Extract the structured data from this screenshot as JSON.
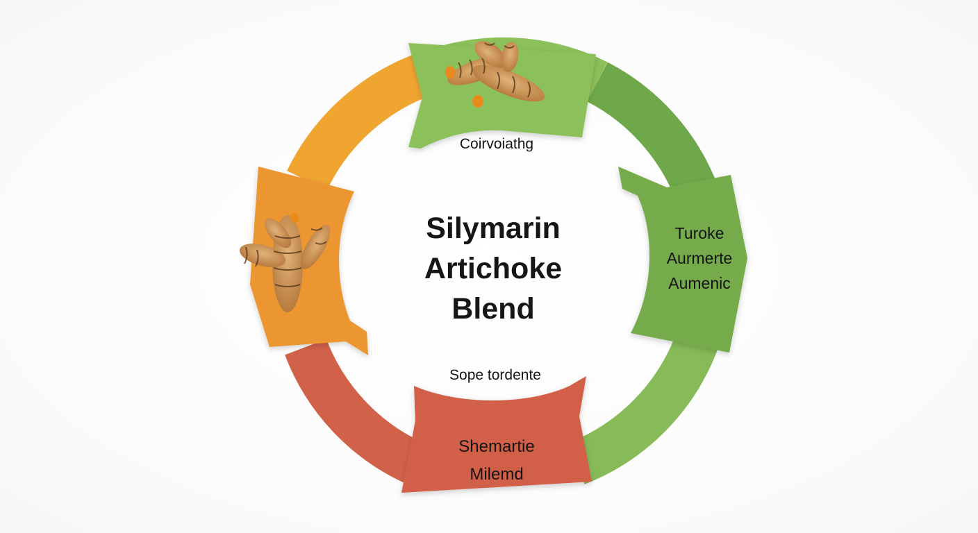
{
  "diagram": {
    "center_title": [
      "Silymarin",
      "Artichoke",
      "Blend"
    ],
    "top_caption": "Coirvoiathg",
    "bottom_caption": "Sope tordente",
    "right_label": [
      "Turoke",
      "Aurmerte",
      "Aumenic"
    ],
    "bottom_label": [
      "Shemartie",
      "Milemd"
    ]
  },
  "colors": {
    "orange": "#f0a530",
    "deep_orange": "#ec9630",
    "light_green": "#8cc05a",
    "green": "#6ea84a",
    "mid_green": "#79b04e",
    "red": "#d2614a",
    "text": "#141414"
  },
  "icons": [
    "turmeric-root-icon",
    "turmeric-root-icon"
  ]
}
